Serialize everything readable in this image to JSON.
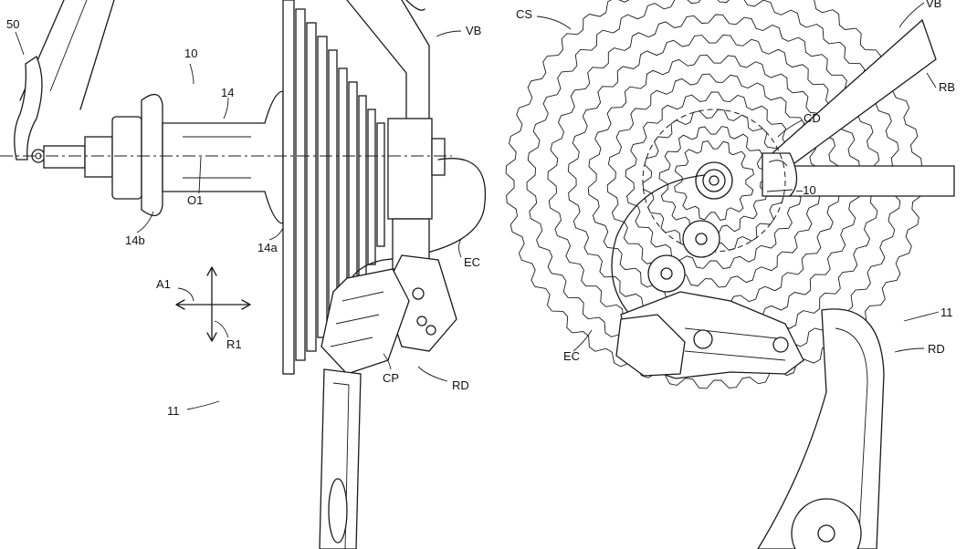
{
  "labels": {
    "l50": "50",
    "l10": "10",
    "l14": "14",
    "lO1": "O1",
    "l14b": "14b",
    "l14a": "14a",
    "lVB_left": "VB",
    "lEC_left": "EC",
    "lA1": "A1",
    "lR1": "R1",
    "lCP": "CP",
    "lRD_left": "RD",
    "l11_left": "11",
    "lCS": "CS",
    "lVB_right": "VB",
    "lRB": "RB",
    "lCD": "CD",
    "l10_right": "10",
    "lEC_right": "EC",
    "l11_right": "11",
    "lRD_right": "RD"
  },
  "colors": {
    "ink": "#1a1a1a",
    "paper": "#ffffff"
  }
}
